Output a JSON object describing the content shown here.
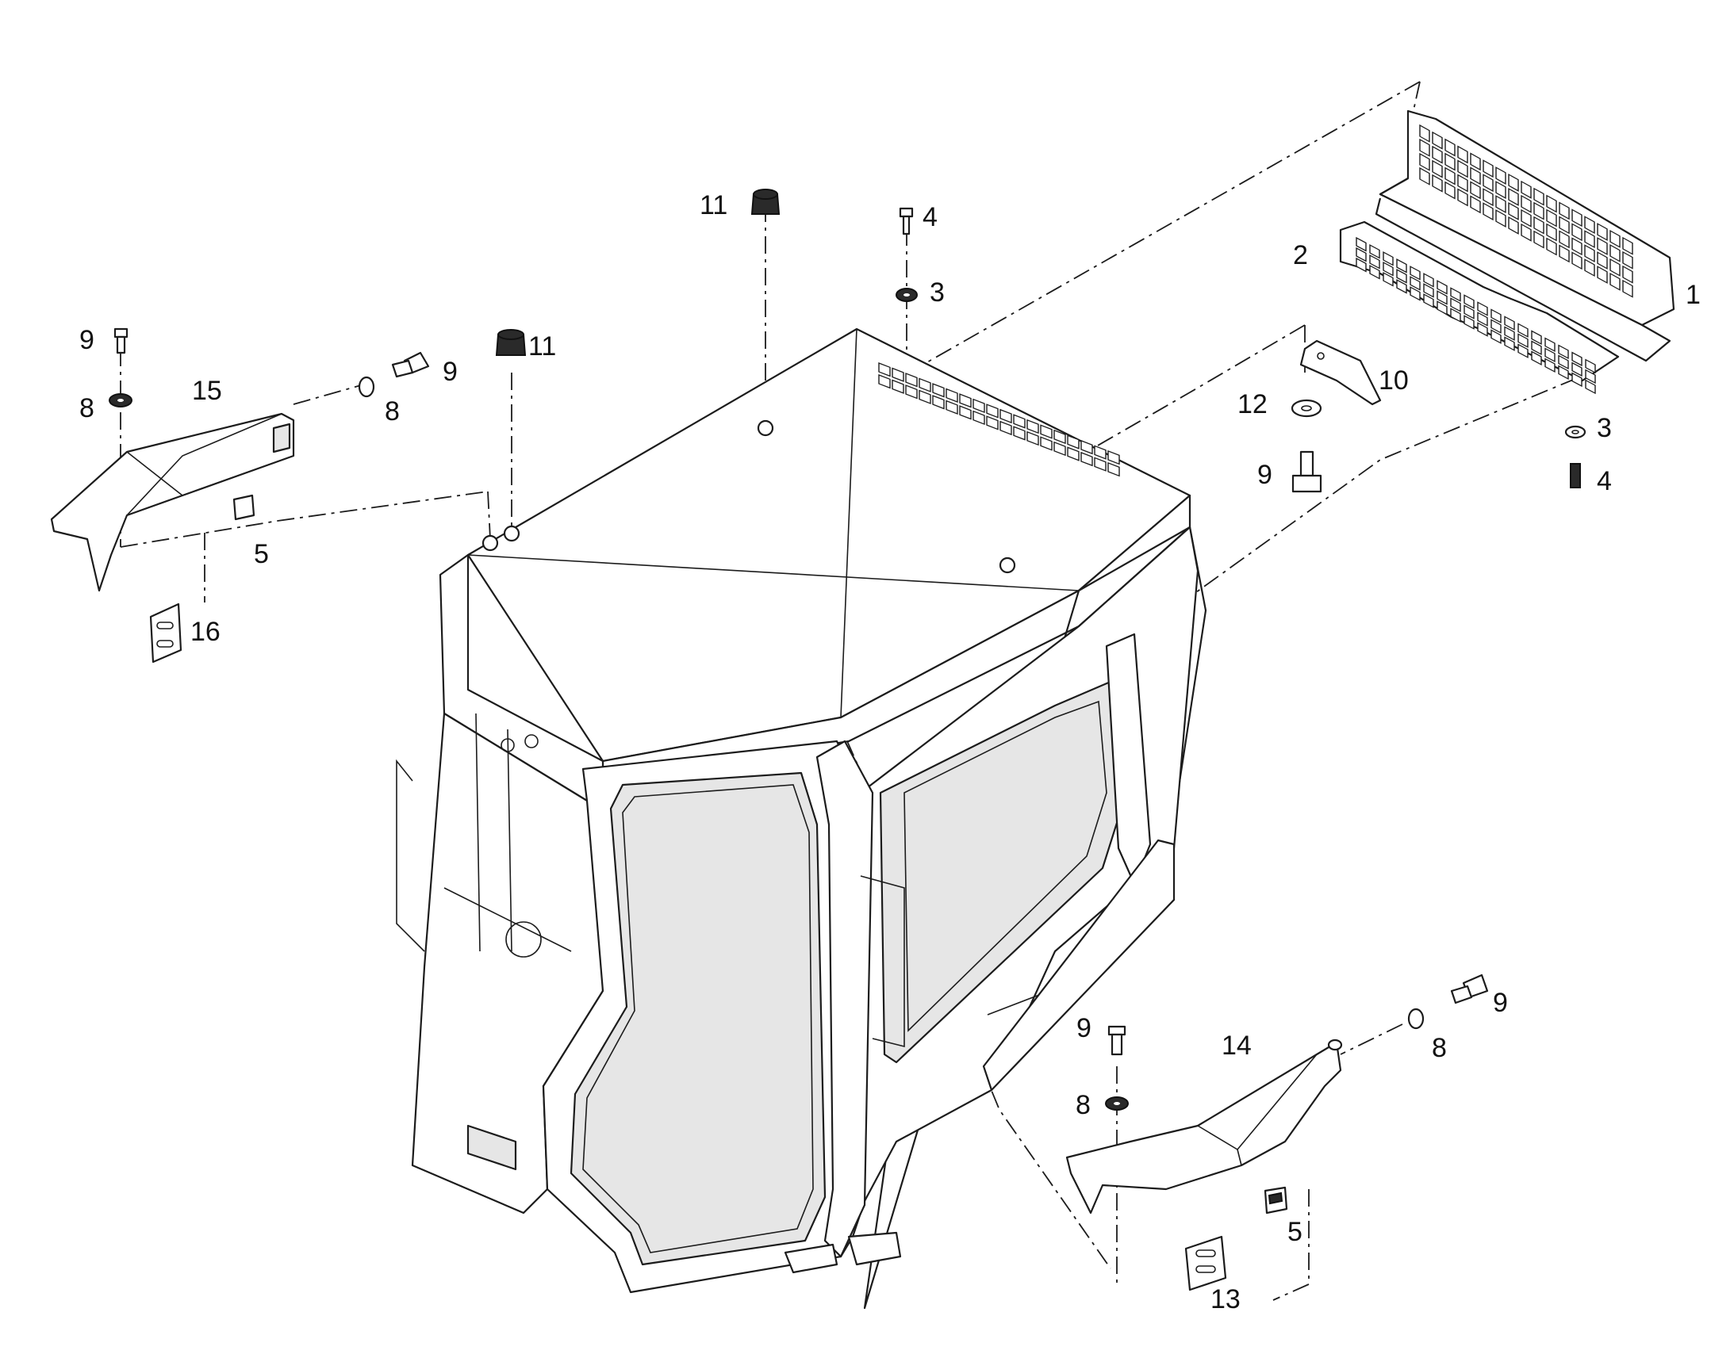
{
  "callouts": [
    {
      "id": "c1",
      "text": "1"
    },
    {
      "id": "c2",
      "text": "2"
    },
    {
      "id": "c3a",
      "text": "3"
    },
    {
      "id": "c3b",
      "text": "3"
    },
    {
      "id": "c4a",
      "text": "4"
    },
    {
      "id": "c4b",
      "text": "4"
    },
    {
      "id": "c5a",
      "text": "5"
    },
    {
      "id": "c5b",
      "text": "5"
    },
    {
      "id": "c8a",
      "text": "8"
    },
    {
      "id": "c8b",
      "text": "8"
    },
    {
      "id": "c8c",
      "text": "8"
    },
    {
      "id": "c8d",
      "text": "8"
    },
    {
      "id": "c9a",
      "text": "9"
    },
    {
      "id": "c9b",
      "text": "9"
    },
    {
      "id": "c9c",
      "text": "9"
    },
    {
      "id": "c9d",
      "text": "9"
    },
    {
      "id": "c9e",
      "text": "9"
    },
    {
      "id": "c10",
      "text": "10"
    },
    {
      "id": "c11a",
      "text": "11"
    },
    {
      "id": "c11b",
      "text": "11"
    },
    {
      "id": "c12",
      "text": "12"
    },
    {
      "id": "c13",
      "text": "13"
    },
    {
      "id": "c14",
      "text": "14"
    },
    {
      "id": "c15",
      "text": "15"
    },
    {
      "id": "c16",
      "text": "16"
    }
  ]
}
